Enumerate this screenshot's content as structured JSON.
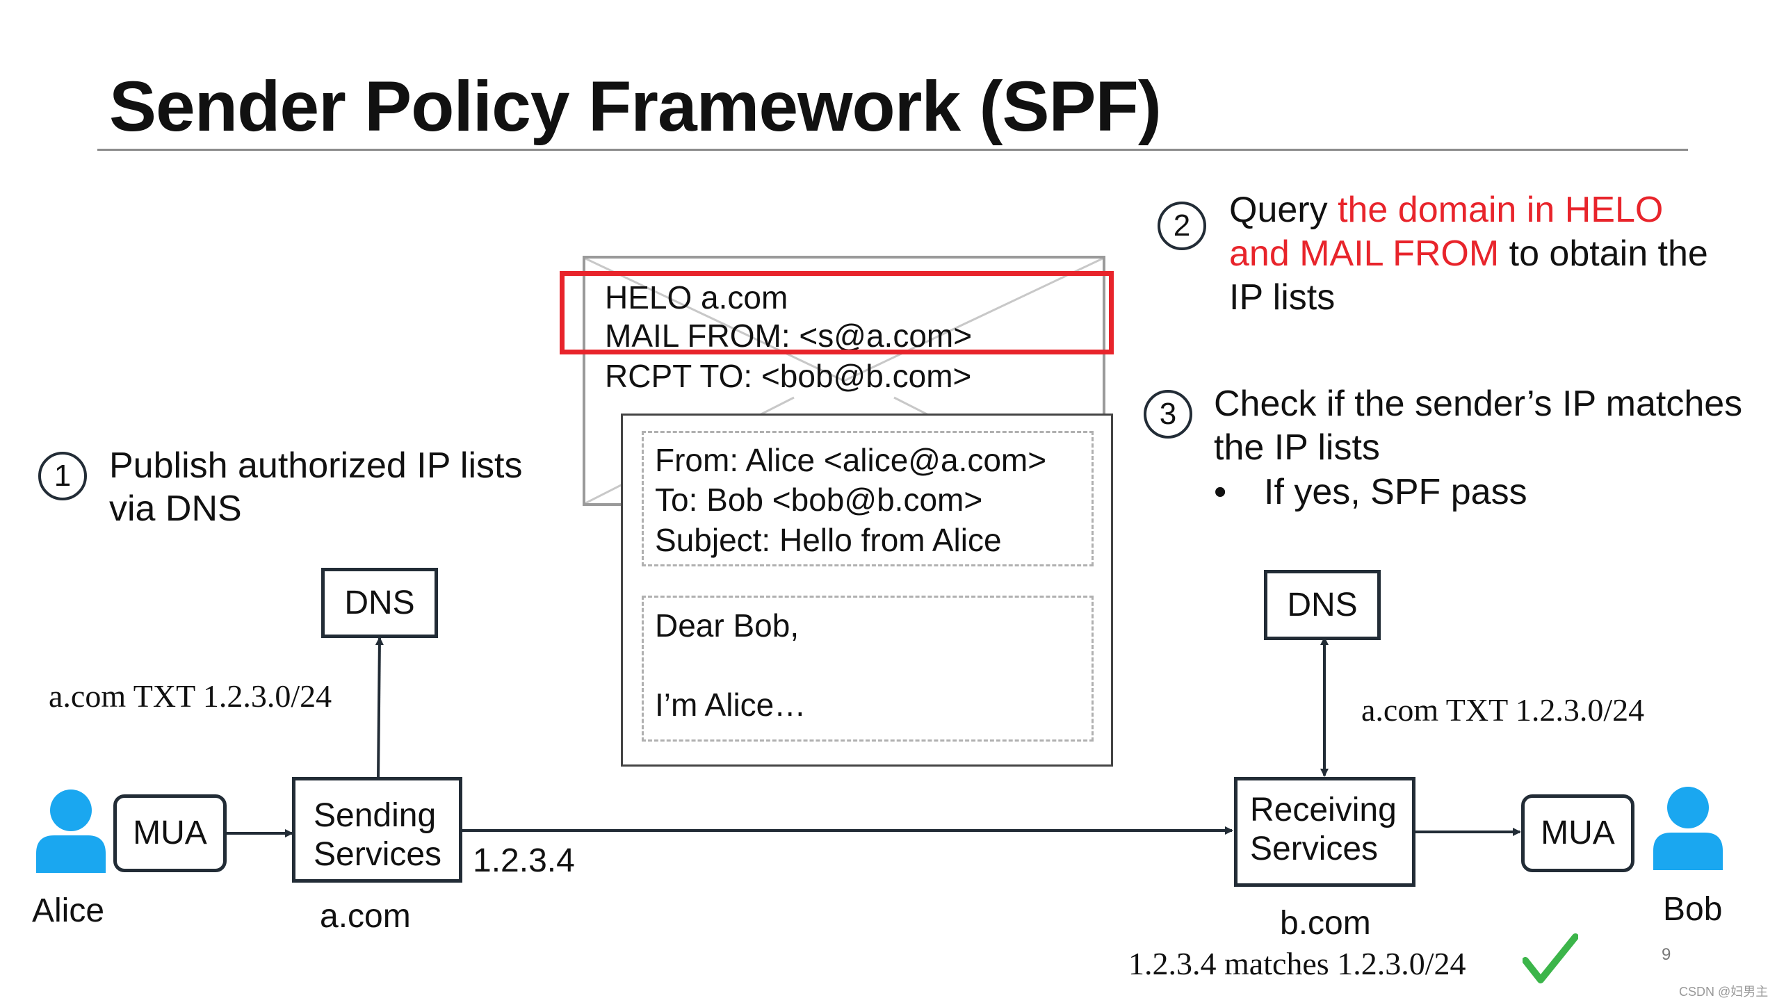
{
  "title": "Sender Policy Framework (SPF)",
  "steps": {
    "one": {
      "num": "1",
      "line1": "Publish authorized IP lists",
      "line2": "via DNS"
    },
    "two": {
      "num": "2",
      "a": "Query ",
      "b": "the domain in HELO",
      "c": "and MAIL FROM",
      "d": " to obtain the",
      "e": "IP lists"
    },
    "three": {
      "num": "3",
      "line1": "Check if the sender’s IP matches",
      "line2": "the IP lists",
      "bullet": "•",
      "bullet_text": "If yes, SPF pass"
    }
  },
  "envelope": {
    "helo": "HELO a.com",
    "mail_from": "MAIL FROM: <s@a.com>",
    "rcpt_to": "RCPT TO: <bob@b.com>"
  },
  "letter": {
    "from": "From:  Alice <alice@a.com>",
    "to": "To: Bob <bob@b.com>",
    "subject": "Subject: Hello from Alice",
    "greeting": "Dear Bob,",
    "body": "I’m Alice…"
  },
  "sender": {
    "person": "Alice",
    "mua": "MUA",
    "services_line1": "Sending",
    "services_line2": "Services",
    "domain": "a.com",
    "dns": "DNS",
    "txt_record": "a.com TXT 1.2.3.0/24",
    "ip": "1.2.3.4"
  },
  "receiver": {
    "person": "Bob",
    "mua": "MUA",
    "services_line1": "Receiving",
    "services_line2": "Services",
    "domain": "b.com",
    "dns": "DNS",
    "txt_record": "a.com TXT 1.2.3.0/24",
    "match": "1.2.3.4 matches 1.2.3.0/24"
  },
  "page_number": "9",
  "watermark": "CSDN @妇男主任",
  "colors": {
    "accent": "#e8242b",
    "person": "#1aa7f0",
    "check": "#3cb54a",
    "box_border": "#222c36"
  }
}
